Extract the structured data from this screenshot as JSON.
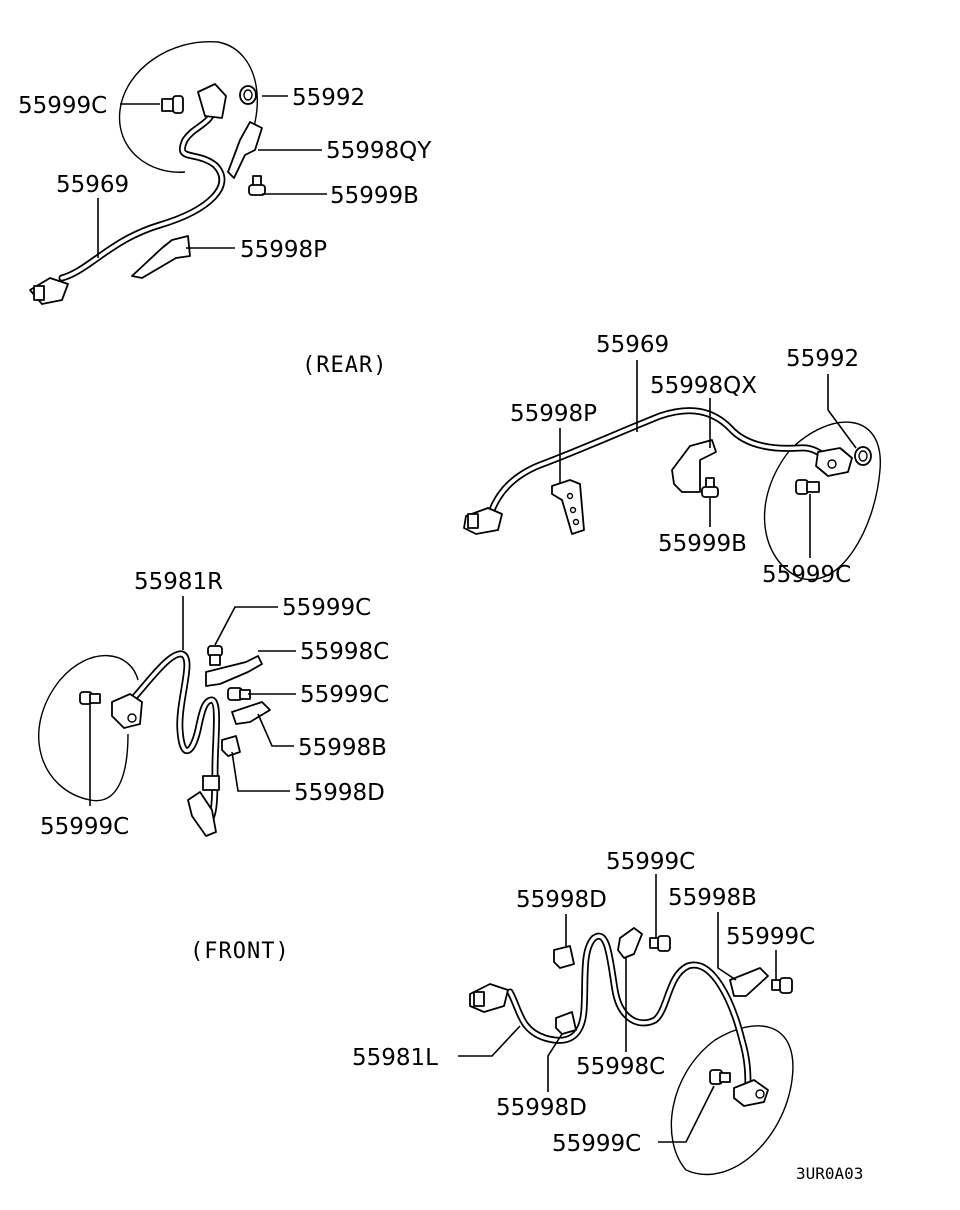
{
  "diagram_code": "3UR0A03",
  "sections": {
    "rear": "(REAR)",
    "front": "(FRONT)"
  },
  "rear_right": {
    "bolt_top": "55999C",
    "o_ring": "55992",
    "bracket_qy": "55998QY",
    "harness": "55969",
    "bolt_b": "55999B",
    "bracket_p": "55998P"
  },
  "rear_left": {
    "harness": "55969",
    "o_ring": "55992",
    "bracket_p": "55998P",
    "bracket_qx": "55998QX",
    "bolt_b": "55999B",
    "bolt_c": "55999C"
  },
  "front_right": {
    "harness": "55981R",
    "bolt_c_top": "55999C",
    "bracket_c": "55998C",
    "bolt_c_mid": "55999C",
    "bracket_b": "55998B",
    "clip_d": "55998D",
    "bolt_c_hub": "55999C"
  },
  "front_left": {
    "bolt_c_top": "55999C",
    "clip_d_top": "55998D",
    "bracket_b": "55998B",
    "bolt_c_right": "55999C",
    "harness": "55981L",
    "bracket_c": "55998C",
    "clip_d_bottom": "55998D",
    "bolt_c_hub": "55999C"
  }
}
